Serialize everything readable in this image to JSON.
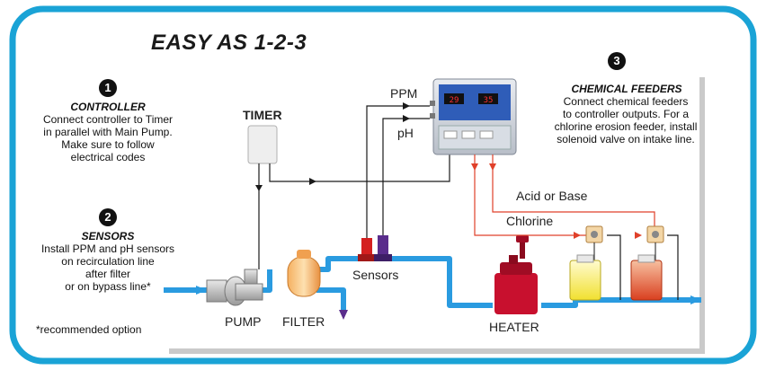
{
  "headline": "EASY AS 1-2-3",
  "steps": [
    {
      "number": "1",
      "title": "CONTROLLER",
      "body": [
        "Connect controller to Timer",
        "in parallel with Main Pump.",
        "Make sure to follow",
        "electrical codes"
      ]
    },
    {
      "number": "2",
      "title": "SENSORS",
      "body": [
        "Install PPM and pH sensors",
        "on  recirculation line",
        "after filter",
        "or on  bypass line*"
      ]
    },
    {
      "number": "3",
      "title": "CHEMICAL FEEDERS",
      "body": [
        "Connect chemical feeders",
        "to controller outputs.  For a",
        "chlorine  erosion feeder, install",
        "solenoid valve on intake line."
      ]
    }
  ],
  "footnote": "*recommended option",
  "labels": {
    "timer": "TIMER",
    "ppm": "PPM",
    "ph": "pH",
    "acid_or_base": "Acid or Base",
    "chlorine": "Chlorine",
    "sensors": "Sensors",
    "pump": "PUMP",
    "filter": "FILTER",
    "heater": "HEATER"
  },
  "controller_display": {
    "left_readout": "29",
    "right_readout": "35"
  },
  "colors": {
    "frame": "#1aa3d6",
    "pipe": "#2a9be0",
    "chem_line": "#e0402a",
    "heater": "#c8102e",
    "sensor_ppm": "#d42020",
    "sensor_ph": "#5a2d8c"
  }
}
